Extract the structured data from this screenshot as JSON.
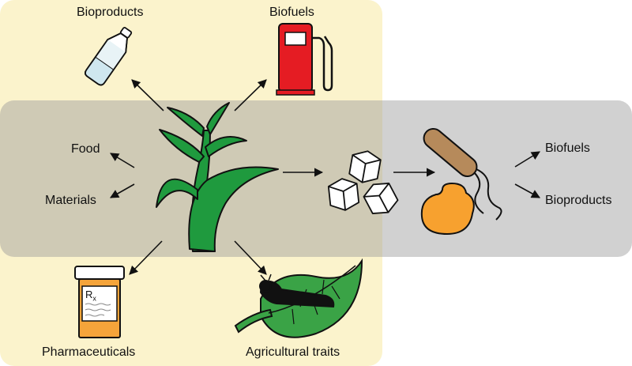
{
  "labels": {
    "bioproducts_top": "Bioproducts",
    "biofuels_top": "Biofuels",
    "food": "Food",
    "materials": "Materials",
    "pharmaceuticals": "Pharmaceuticals",
    "agricultural_traits": "Agricultural traits",
    "biofuels_right": "Biofuels",
    "bioproducts_right": "Bioproducts",
    "rx_label": "R",
    "rx_sub": "x"
  },
  "icons": [
    "bottle-icon",
    "fuel-pump-icon",
    "plant-icon",
    "sugar-cubes-icon",
    "microbe-icon",
    "pill-bottle-icon",
    "leaf-caterpillar-icon"
  ],
  "colors": {
    "plant_panel": "#fbf3cc",
    "process_band": "#b4b4b4",
    "plant_green": "#1f9a3e",
    "pump_red": "#e51c23",
    "microbe_brown": "#b68a5b",
    "microbe_orange": "#f7a12f",
    "pill_orange": "#f5a43a"
  }
}
